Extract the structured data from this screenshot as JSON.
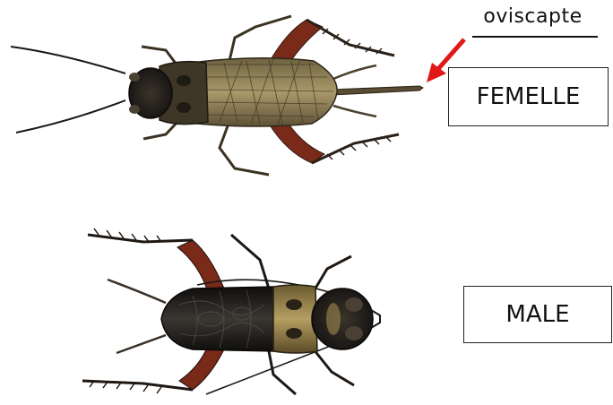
{
  "annotation": {
    "text": "oviscapte",
    "arrow_color": "#e01818"
  },
  "labels": {
    "female": "FEMELLE",
    "male": "MALE"
  },
  "colors": {
    "female_body": "#8a7a52",
    "female_wing_vein": "#3a3222",
    "female_head": "#1e1a14",
    "male_body": "#1c1a18",
    "male_band": "#a08a50",
    "leg_red": "#7a2a18"
  }
}
